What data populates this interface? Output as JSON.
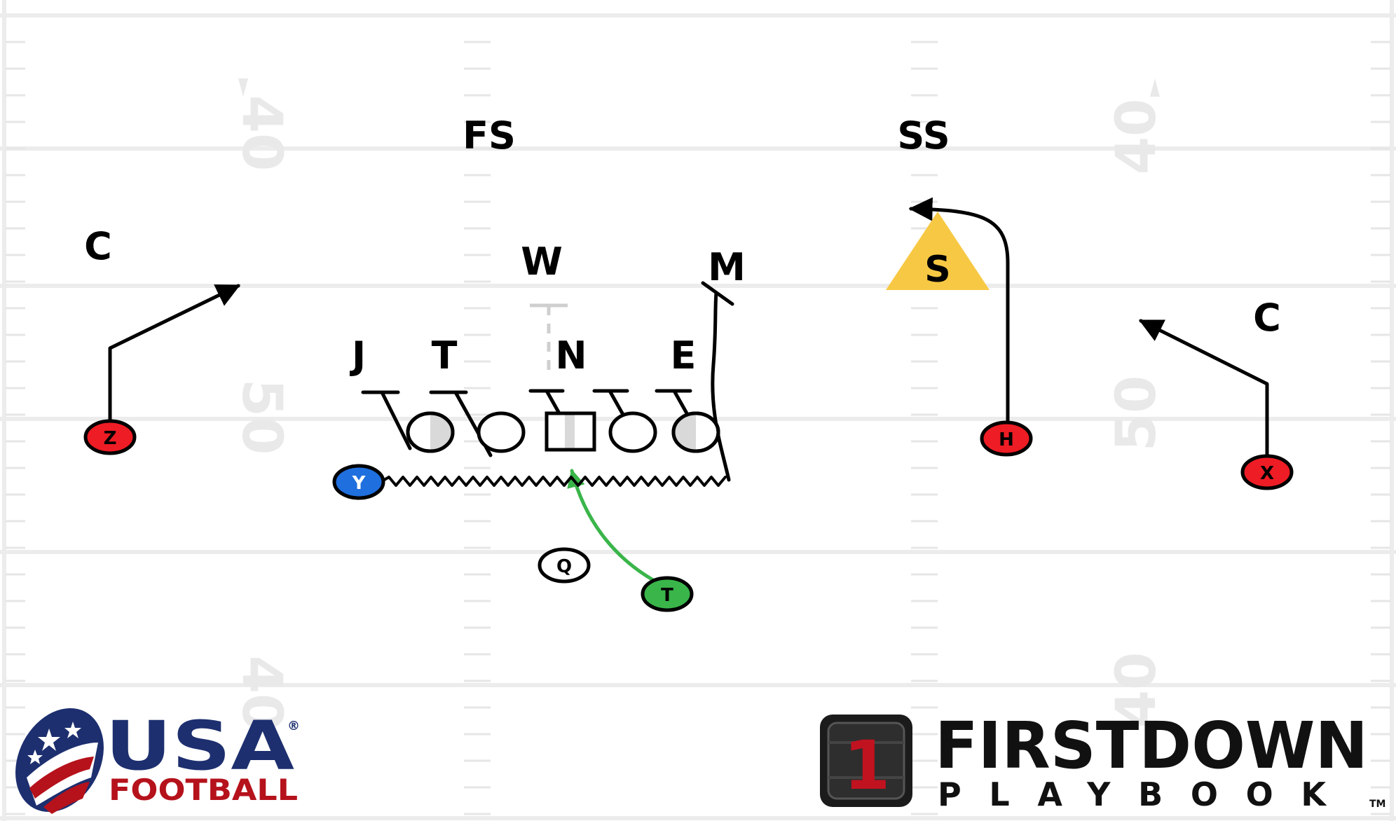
{
  "field": {
    "yard_numbers": [
      "40",
      "50",
      "40",
      "40",
      "50",
      "40"
    ],
    "colors": {
      "background": "#ffffff",
      "yard_line": "#ececec",
      "hash": "#e6e6e6",
      "numbers": "#e9e9e9"
    }
  },
  "defense": {
    "labels": [
      {
        "id": "fs",
        "text": "FS"
      },
      {
        "id": "ss",
        "text": "SS"
      },
      {
        "id": "c-left",
        "text": "C"
      },
      {
        "id": "c-right",
        "text": "C"
      },
      {
        "id": "w",
        "text": "W"
      },
      {
        "id": "m",
        "text": "M"
      },
      {
        "id": "j",
        "text": "J"
      },
      {
        "id": "t",
        "text": "T"
      },
      {
        "id": "n",
        "text": "N"
      },
      {
        "id": "e",
        "text": "E"
      }
    ],
    "sam": {
      "text": "S",
      "color": "#f7c843"
    }
  },
  "offense": {
    "players": [
      {
        "id": "z",
        "text": "Z",
        "color": "#ee1c24"
      },
      {
        "id": "y",
        "text": "Y",
        "color": "#1f6fde"
      },
      {
        "id": "q",
        "text": "Q",
        "color": "#ffffff"
      },
      {
        "id": "t",
        "text": "T",
        "color": "#3ab54a"
      },
      {
        "id": "h",
        "text": "H",
        "color": "#ee1c24"
      },
      {
        "id": "x",
        "text": "X",
        "color": "#ee1c24"
      }
    ]
  },
  "logos": {
    "usa": {
      "line1": "USA",
      "line2": "FOOTBALL",
      "mark": "®",
      "navy": "#1d2f6f",
      "red": "#b5121b"
    },
    "firstdown": {
      "badge": "1",
      "line1": "FIRSTDOWN",
      "line2": "PLAYBOOK",
      "mark": "TM",
      "red": "#c1121f"
    }
  }
}
